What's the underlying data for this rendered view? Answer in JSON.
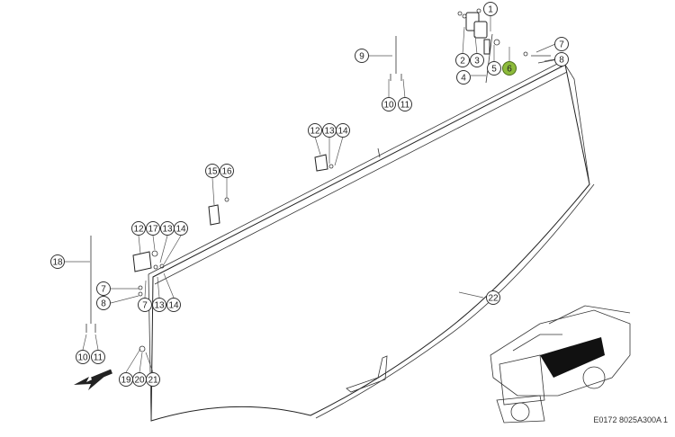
{
  "callouts": [
    {
      "label": "1"
    },
    {
      "label": "2"
    },
    {
      "label": "3"
    },
    {
      "label": "4"
    },
    {
      "label": "5"
    },
    {
      "label": "6",
      "highlight": true
    },
    {
      "label": "7"
    },
    {
      "label": "8"
    },
    {
      "label": "9"
    },
    {
      "label": "10"
    },
    {
      "label": "11"
    },
    {
      "label": "12"
    },
    {
      "label": "13"
    },
    {
      "label": "14"
    },
    {
      "label": "12"
    },
    {
      "label": "13"
    },
    {
      "label": "14"
    },
    {
      "label": "15"
    },
    {
      "label": "16"
    },
    {
      "label": "17"
    },
    {
      "label": "12"
    },
    {
      "label": "13"
    },
    {
      "label": "14"
    },
    {
      "label": "18"
    },
    {
      "label": "7"
    },
    {
      "label": "8"
    },
    {
      "label": "7"
    },
    {
      "label": "13"
    },
    {
      "label": "14"
    },
    {
      "label": "10"
    },
    {
      "label": "11"
    },
    {
      "label": "19"
    },
    {
      "label": "20"
    },
    {
      "label": "21"
    },
    {
      "label": "22"
    }
  ],
  "figure_code": "E0172 8025A300A 1",
  "colors": {
    "highlight": "#8dbb3b",
    "line": "#222222",
    "machine_panel": "#111111"
  }
}
